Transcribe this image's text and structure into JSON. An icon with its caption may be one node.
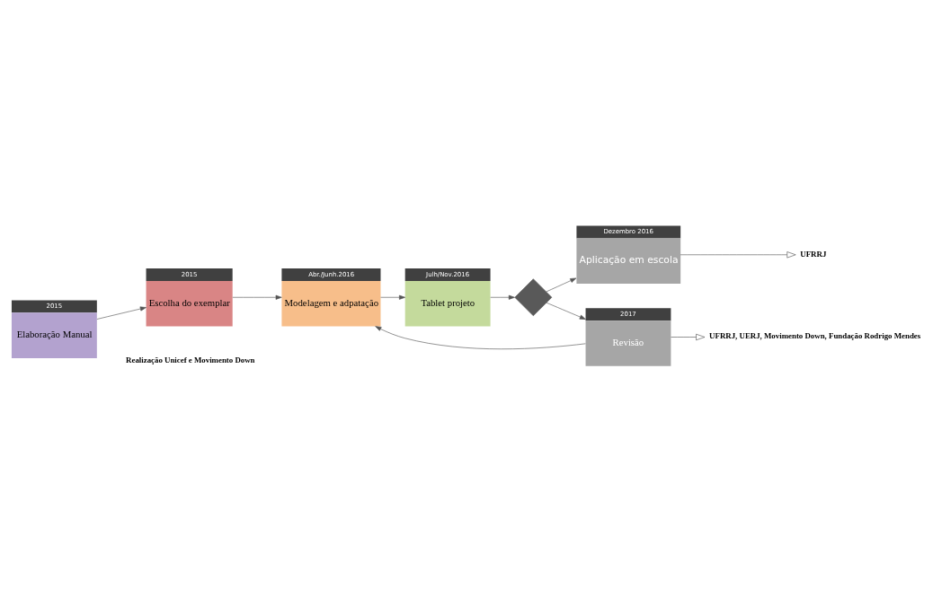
{
  "diagram": {
    "nodes": [
      {
        "text": [
          "2015",
          "Elaboração Manual"
        ]
      },
      {
        "text": [
          "2015",
          "Escolha do exemplar"
        ]
      },
      {
        "text": [
          "Abr./Junh.2016",
          "Modelagem e adpatação"
        ]
      },
      {
        "text": [
          "Julh/Nov.2016",
          "Tablet projeto"
        ]
      },
      {
        "text": [],
        "shape": "diamond"
      },
      {
        "text": [
          "Dezembro 2016",
          "Aplicação em escola"
        ]
      },
      {
        "text": [
          "UFRRJ"
        ]
      },
      {
        "text": [
          "2017",
          "Revisão"
        ]
      },
      {
        "text": [
          "UFRRJ, UERJ, Movimento Down, Fundação Rodrigo Mendes"
        ]
      }
    ],
    "edges": [
      {
        "from": 0,
        "to": 1,
        "arrow": "to"
      },
      {
        "from": 1,
        "to": 2,
        "arrow": "to"
      },
      {
        "from": 2,
        "to": 3,
        "arrow": "to"
      },
      {
        "from": 3,
        "to": 4,
        "arrow": "to"
      },
      {
        "from": 4,
        "to": 5,
        "arrow": "to"
      },
      {
        "from": 4,
        "to": 7,
        "arrow": "to"
      },
      {
        "from": 7,
        "to": 2,
        "arrow": "to"
      },
      {
        "from": 5,
        "to": 6,
        "arrow": "to"
      },
      {
        "from": 7,
        "to": 8,
        "arrow": "to"
      }
    ],
    "labels": [
      "Realização Unicef e Movimento Down"
    ]
  }
}
